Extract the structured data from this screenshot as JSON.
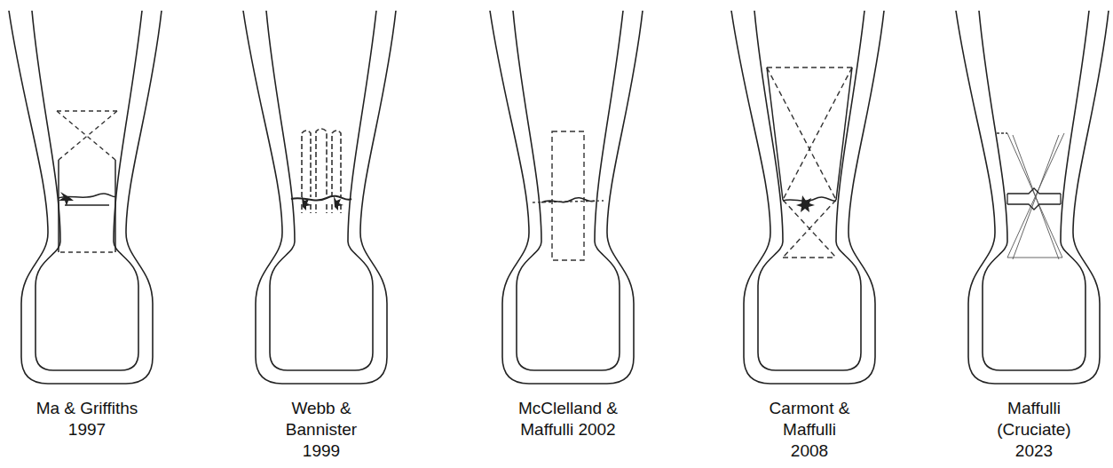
{
  "diagram": {
    "labels": [
      "Ma & Griffiths 1997",
      "Webb & Bannister 1999",
      "McClelland & Maffulli 2002",
      "Carmont & Maffulli 2008",
      "Maffulli (Cruciate) 2023"
    ]
  }
}
